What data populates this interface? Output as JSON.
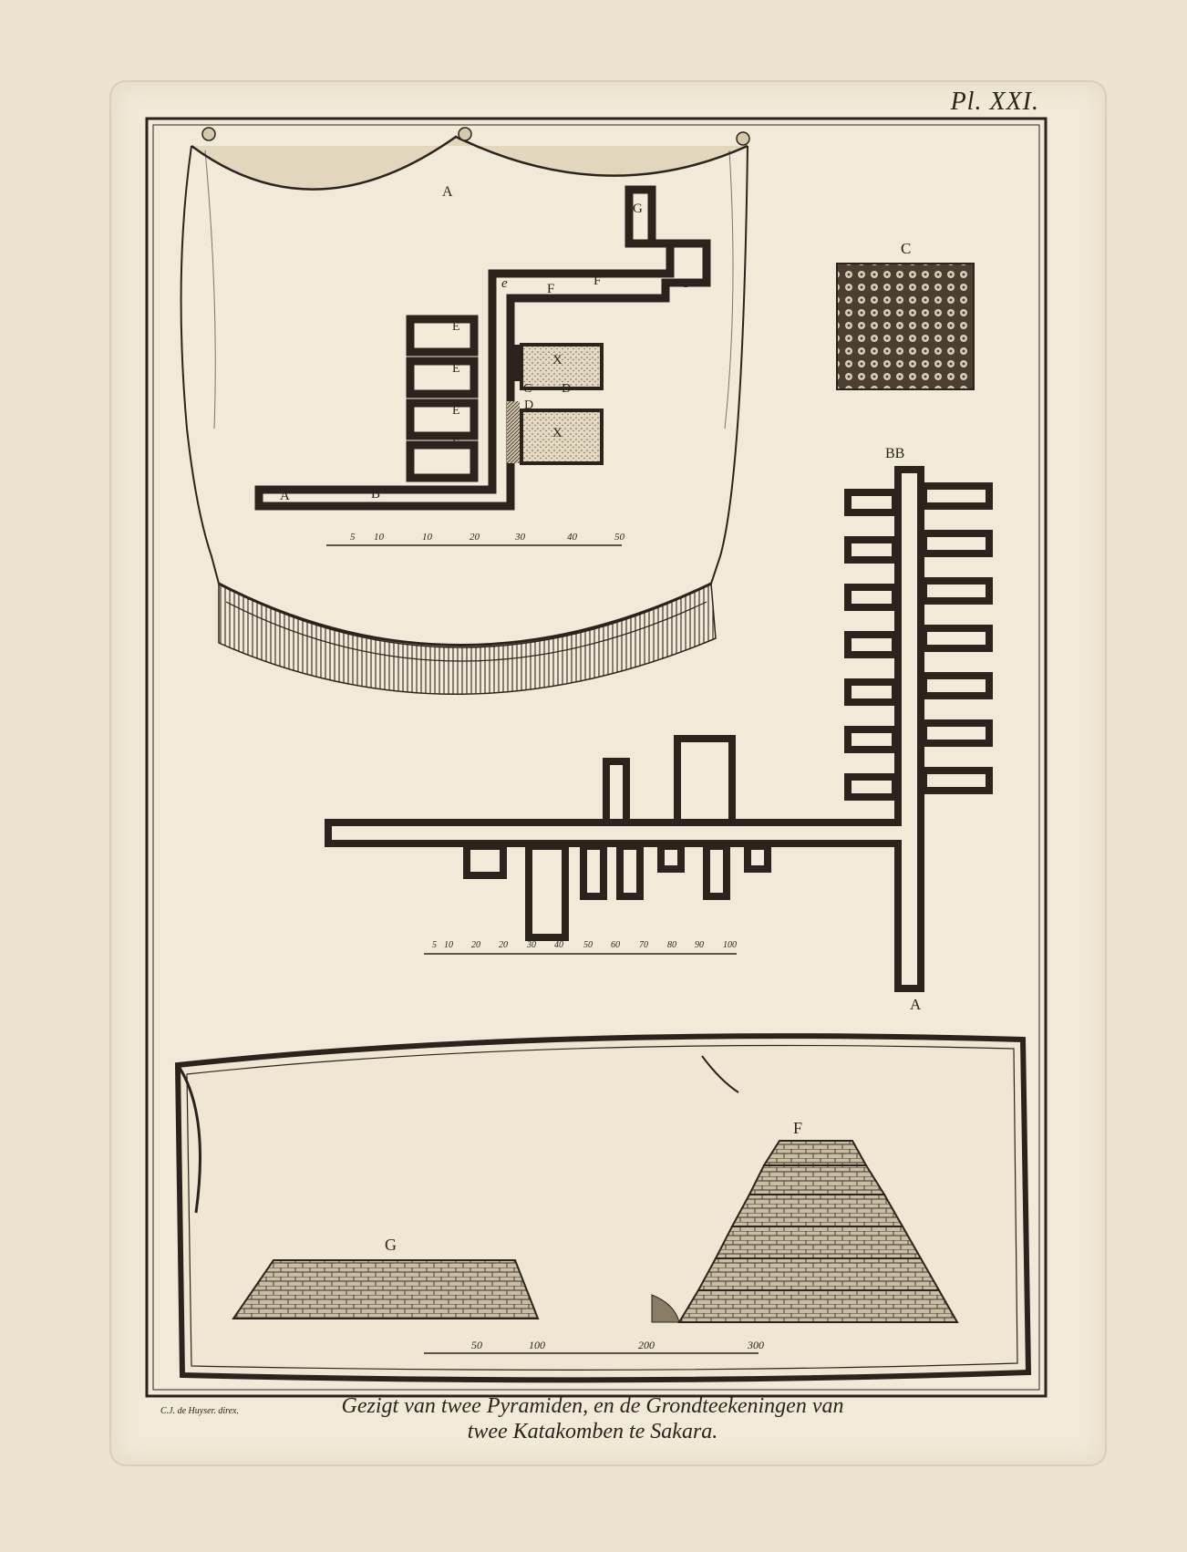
{
  "plate_number": "Pl. XXI.",
  "credit": "C.J. de Huyser. direx.",
  "caption": {
    "line1": "Gezigt van twee Pyramiden, en de Grondteekeningen van",
    "line2": "twee Katakomben te Sakara."
  },
  "labels": {
    "A_top": "A",
    "G1": "G",
    "G2": "G",
    "e": "e",
    "F1": "F",
    "F2": "F",
    "E1": "E",
    "E2": "E",
    "E3": "E",
    "E4": "E",
    "X1": "X",
    "X2": "X",
    "C_inner": "C",
    "D1": "D",
    "D2": "D",
    "A_left": "A",
    "B_left": "B",
    "C_block": "C",
    "BB": "BB",
    "A_bottom": "A",
    "F_pyramid": "F",
    "G_pyramid": "G"
  },
  "scales": {
    "scale1": [
      "5",
      "10",
      "10",
      "20",
      "30",
      "40",
      "50"
    ],
    "scale2": [
      "5",
      "10",
      "20",
      "20",
      "30",
      "40",
      "50",
      "60",
      "70",
      "80",
      "90",
      "100"
    ],
    "scale3": [
      "50",
      "100",
      "200",
      "300"
    ]
  }
}
